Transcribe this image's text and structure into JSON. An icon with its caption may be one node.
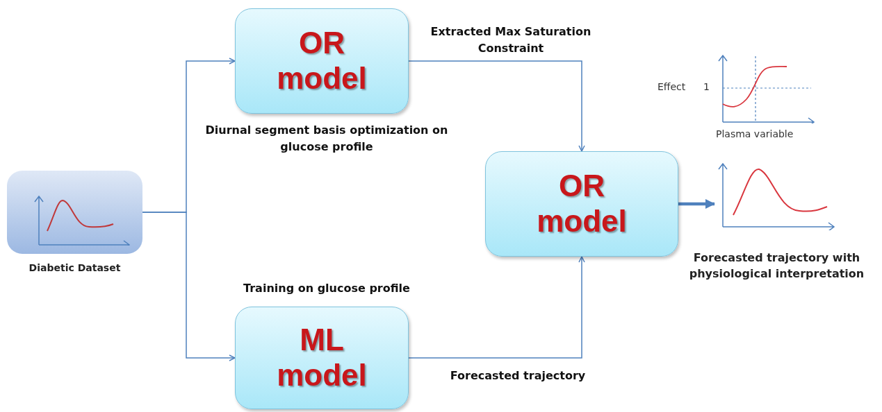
{
  "diagram": {
    "nodes": [
      {
        "text": [
          "Diabetic Dataset"
        ]
      },
      {
        "text": [
          "OR model"
        ],
        "beside": [
          "Diurnal segment basis optimization on glucose profile"
        ]
      },
      {
        "text": [
          "ML model"
        ],
        "beside": [
          "Training on glucose profile"
        ]
      },
      {
        "text": [
          "OR model"
        ]
      },
      {
        "text": [
          "Forecasted trajectory with physiological interpretation"
        ]
      }
    ],
    "edges": [
      {
        "from": 0,
        "to": 1,
        "arrow": "to"
      },
      {
        "from": 0,
        "to": 2,
        "arrow": "to"
      },
      {
        "from": 1,
        "to": 3,
        "arrow": "to",
        "label": "Extracted Max Saturation Constraint"
      },
      {
        "from": 2,
        "to": 3,
        "arrow": "to",
        "label": "Forecasted trajectory"
      },
      {
        "from": 3,
        "to": 4,
        "arrow": "to",
        "style": "thick"
      }
    ],
    "labels": [
      "Effect",
      "1",
      "Plasma variable"
    ]
  }
}
